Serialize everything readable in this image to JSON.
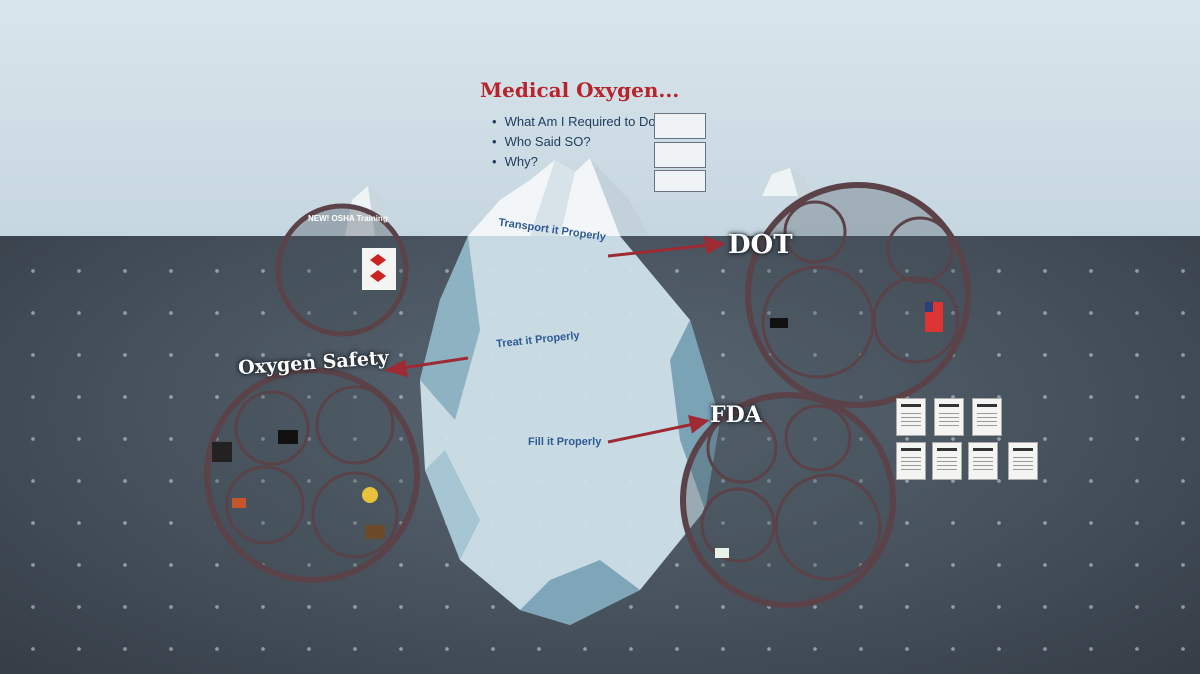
{
  "header": {
    "title": "Medical Oxygen...",
    "bullets": [
      "What Am I Required to Do?",
      "Who Said SO?",
      "Why?"
    ]
  },
  "iceberg": {
    "sections": [
      {
        "label": "Transport it Properly"
      },
      {
        "label": "Treat it Properly"
      },
      {
        "label": "Fill it Properly"
      }
    ]
  },
  "frames": {
    "osha": {
      "title": "NEW! OSHA Training"
    },
    "dot": {
      "label": "DOT"
    },
    "fda": {
      "label": "FDA"
    },
    "safety": {
      "label": "Oxygen Safety"
    }
  },
  "colors": {
    "title": "#b8242c",
    "arrow": "#9e2a34",
    "frame": "#5b4248",
    "ice_label": "#2f5a93"
  }
}
